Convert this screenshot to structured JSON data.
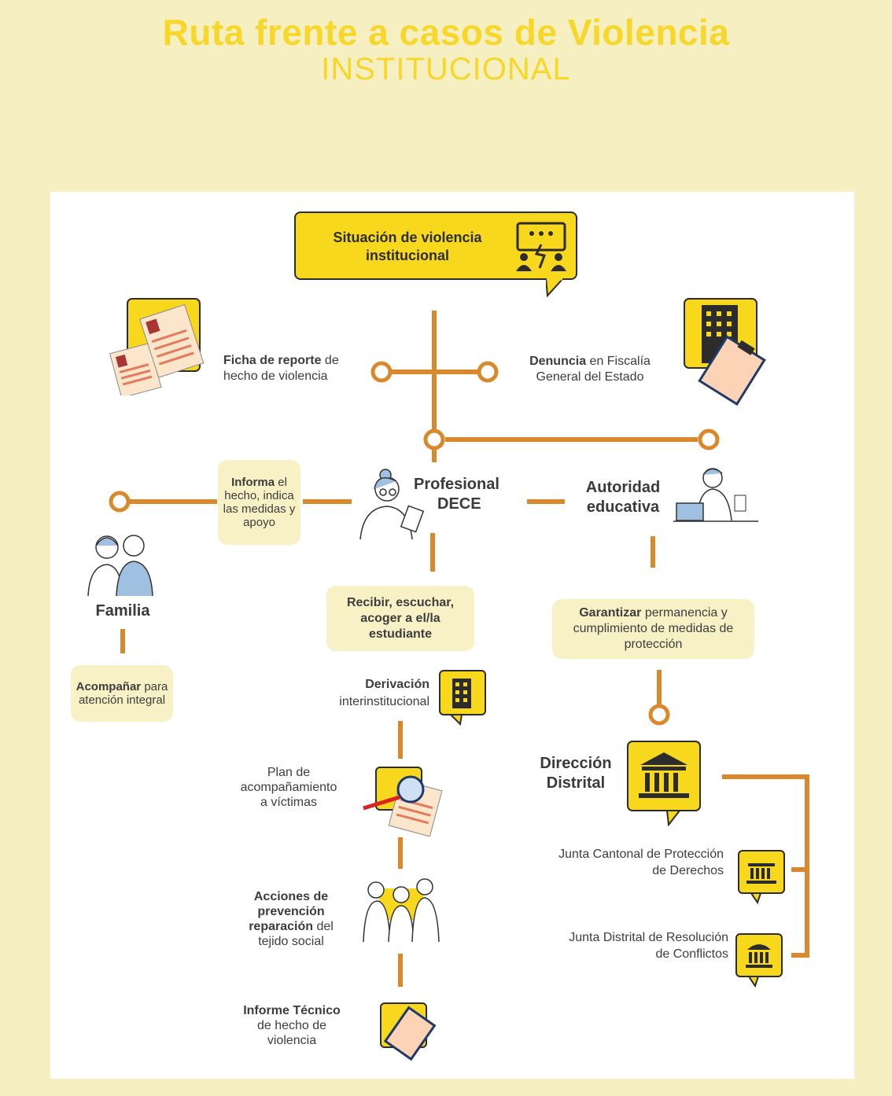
{
  "header": {
    "title": "Ruta frente a casos de Violencia",
    "subtitle": "INSTITUCIONAL"
  },
  "top": {
    "label": "Situación de violencia institucional"
  },
  "ficha": {
    "bold": "Ficha de reporte",
    "rest1": " de",
    "rest2": "hecho de violencia"
  },
  "denuncia": {
    "bold": "Denuncia",
    "rest1": " en Fiscalía",
    "rest2": "General del Estado"
  },
  "dece": {
    "label1": "Profesional",
    "label2": "DECE"
  },
  "autoridad": {
    "label1": "Autoridad",
    "label2": "educativa"
  },
  "informa": {
    "bold": "Informa",
    "rest": " el hecho, indica las medidas y apoyo"
  },
  "familia": {
    "label": "Familia"
  },
  "acompanar": {
    "bold": "Acompañar",
    "rest": " para atención integral"
  },
  "recibir": {
    "label": "Recibir, escuchar, acoger a el/la estudiante"
  },
  "garantizar": {
    "bold": "Garantizar",
    "rest": "  permanencia y cumplimiento de medidas de protección"
  },
  "derivacion": {
    "bold": "Derivación",
    "rest": "interinstitucional"
  },
  "plan": {
    "line1": "Plan de",
    "line2": "acompañamiento",
    "line3": "a víctimas"
  },
  "acciones": {
    "b1": "Acciones de",
    "b2": "prevención",
    "b3": "reparación",
    "r3": " del",
    "r4": "tejido social"
  },
  "informe": {
    "b1": "Informe Técnico",
    "r2": "de hecho de",
    "r3": "violencia"
  },
  "direccion": {
    "label1": "Dirección",
    "label2": "Distrital"
  },
  "junta_cantonal": {
    "line1": "Junta Cantonal de Protección",
    "line2": "de Derechos"
  },
  "junta_distrital": {
    "line1": "Junta Distrital de Resolución",
    "line2": "de Conflictos"
  },
  "colors": {
    "orange": "#d9892c",
    "yellow": "#f8d81c",
    "cream": "#f6efc2",
    "dark": "#2c2c2c"
  }
}
